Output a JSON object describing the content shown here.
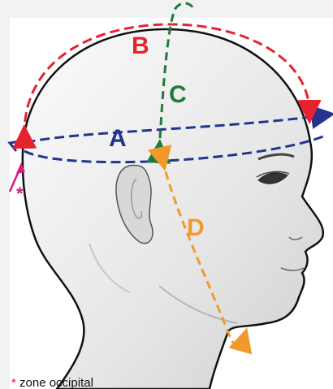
{
  "diagram": {
    "measurements": [
      {
        "id": "A",
        "label": "A",
        "color": "#22348f"
      },
      {
        "id": "B",
        "label": "B",
        "color": "#e4232f"
      },
      {
        "id": "C",
        "label": "C",
        "color": "#1f7a3c"
      },
      {
        "id": "D",
        "label": "D",
        "color": "#f2992e"
      }
    ],
    "marker": {
      "symbol": "*",
      "color": "#d9197f"
    },
    "footnote": {
      "symbol": "*",
      "text": " zone occipital"
    },
    "icons": [
      "head-profile-illustration",
      "arrow-icon"
    ]
  }
}
